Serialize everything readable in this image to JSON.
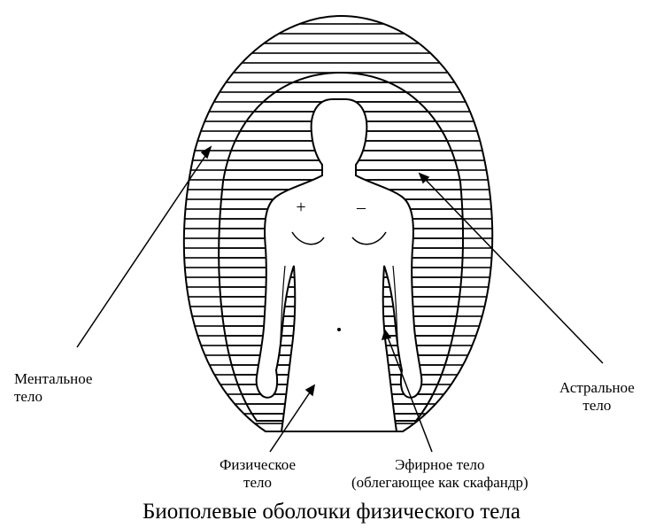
{
  "labels": {
    "mental": {
      "line1": "Ментальное",
      "line2": "тело"
    },
    "astral": {
      "line1": "Астральное",
      "line2": "тело"
    },
    "physical": {
      "line1": "Физическое",
      "line2": "тело"
    },
    "etheric": {
      "line1": "Эфирное тело",
      "line2": "(облегающее как скафандр)"
    }
  },
  "signs": {
    "plus": "+",
    "minus": "–"
  },
  "caption": "Биополевые оболочки физического тела"
}
